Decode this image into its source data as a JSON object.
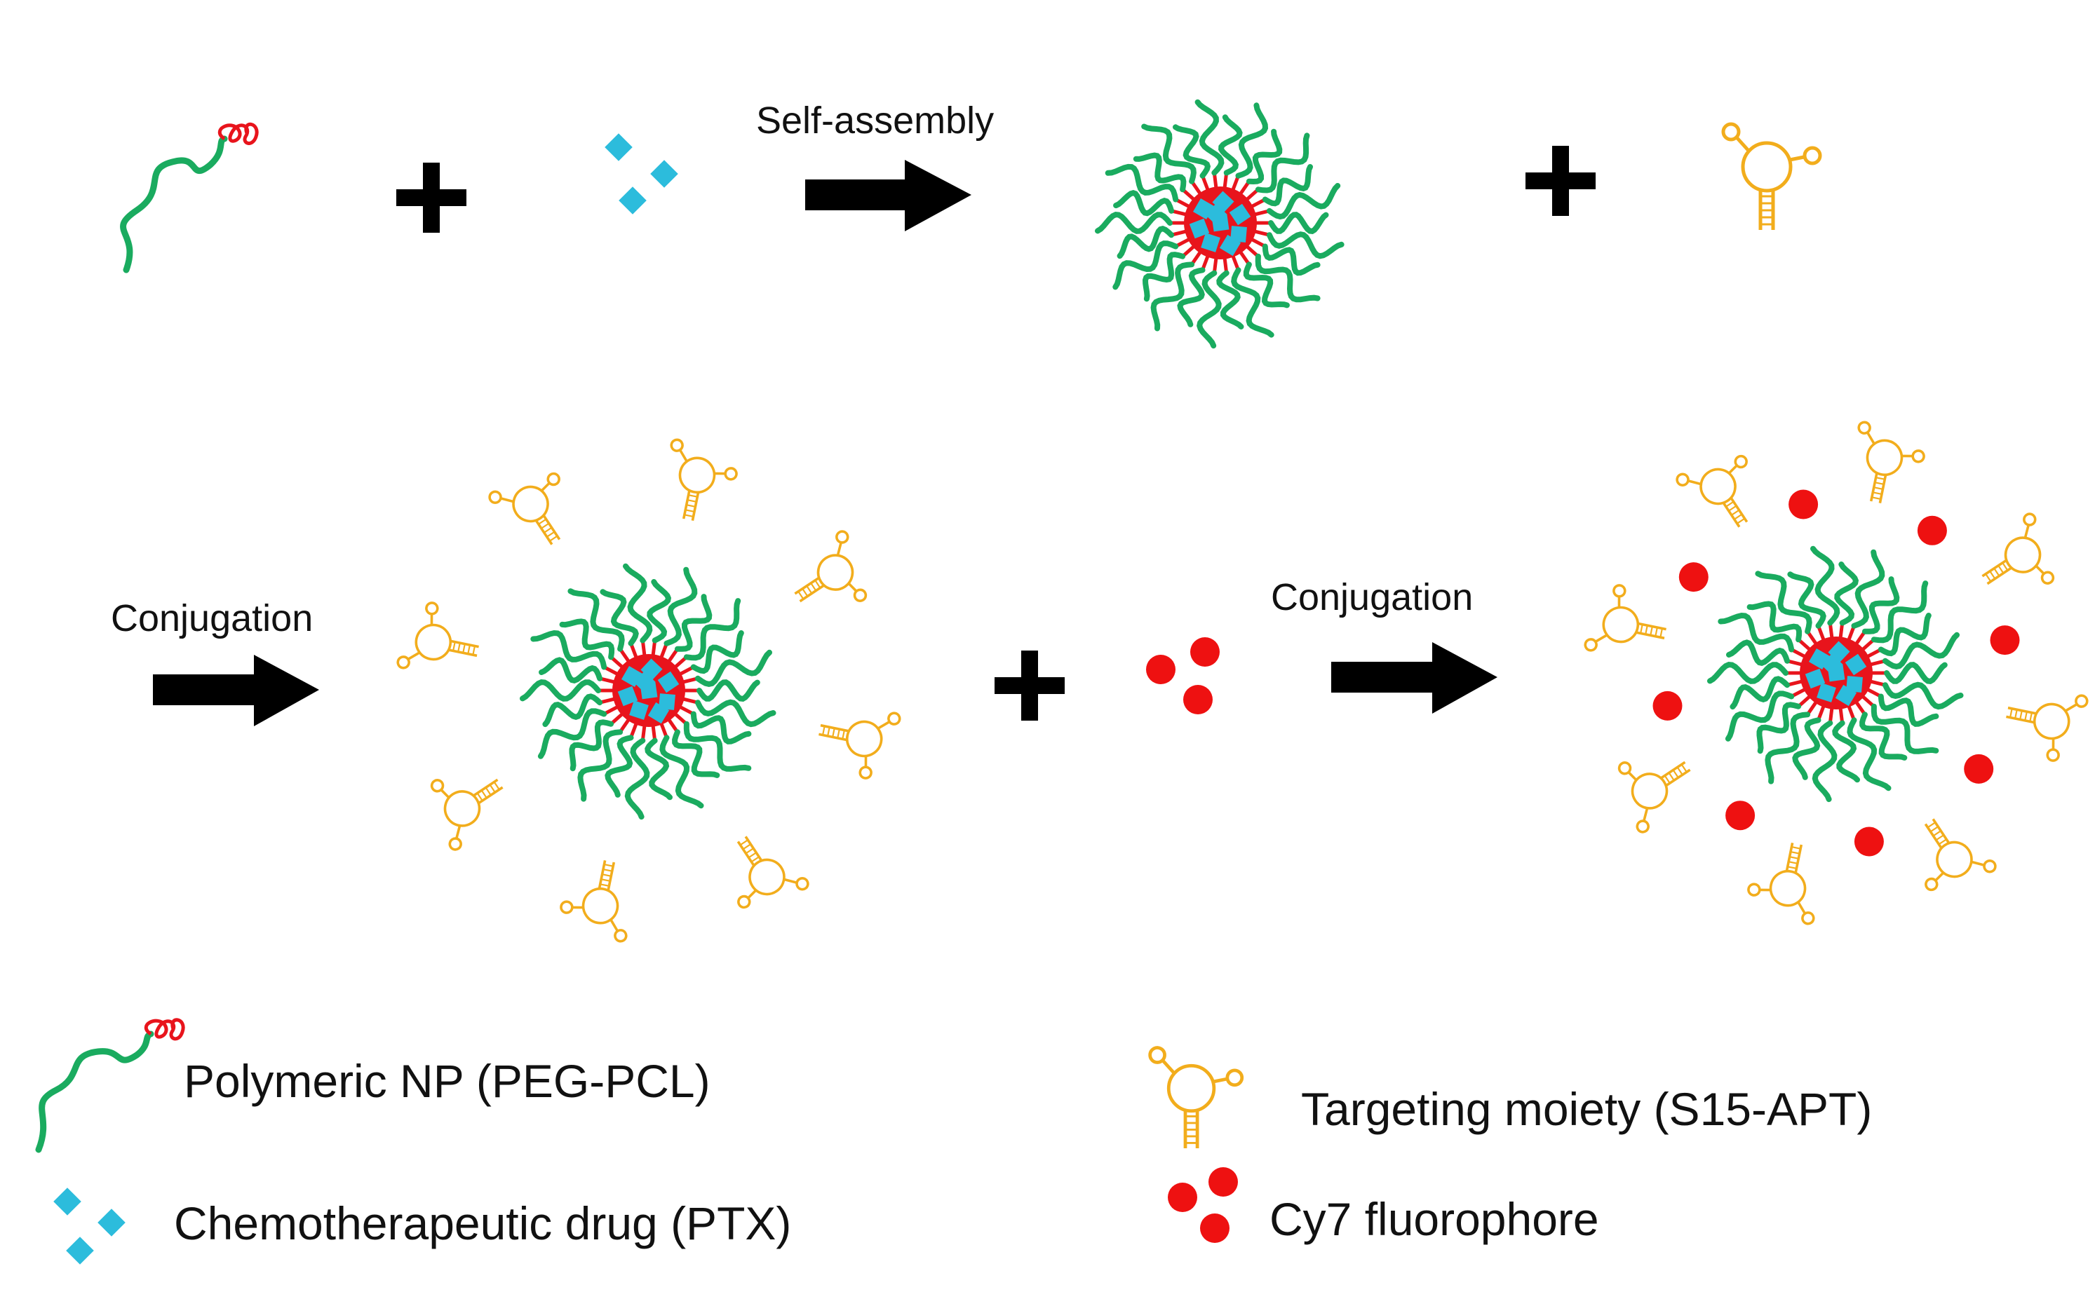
{
  "colors": {
    "peg": "#1aab5f",
    "pcl": "#e8141c",
    "drug": "#2cbcdc",
    "aptamer": "#f2ad1c",
    "fluorophore": "#ee1111",
    "arrow": "#000000",
    "text": "#111111"
  },
  "steps": {
    "self_assembly": "Self-assembly",
    "conjugation_1": "Conjugation",
    "conjugation_2": "Conjugation"
  },
  "legend": {
    "polymer": "Polymeric NP (PEG-PCL)",
    "drug": "Chemotherapeutic drug (PTX)",
    "aptamer": "Targeting  moiety (S15-APT)",
    "fluorophore": "Cy7 fluorophore"
  }
}
